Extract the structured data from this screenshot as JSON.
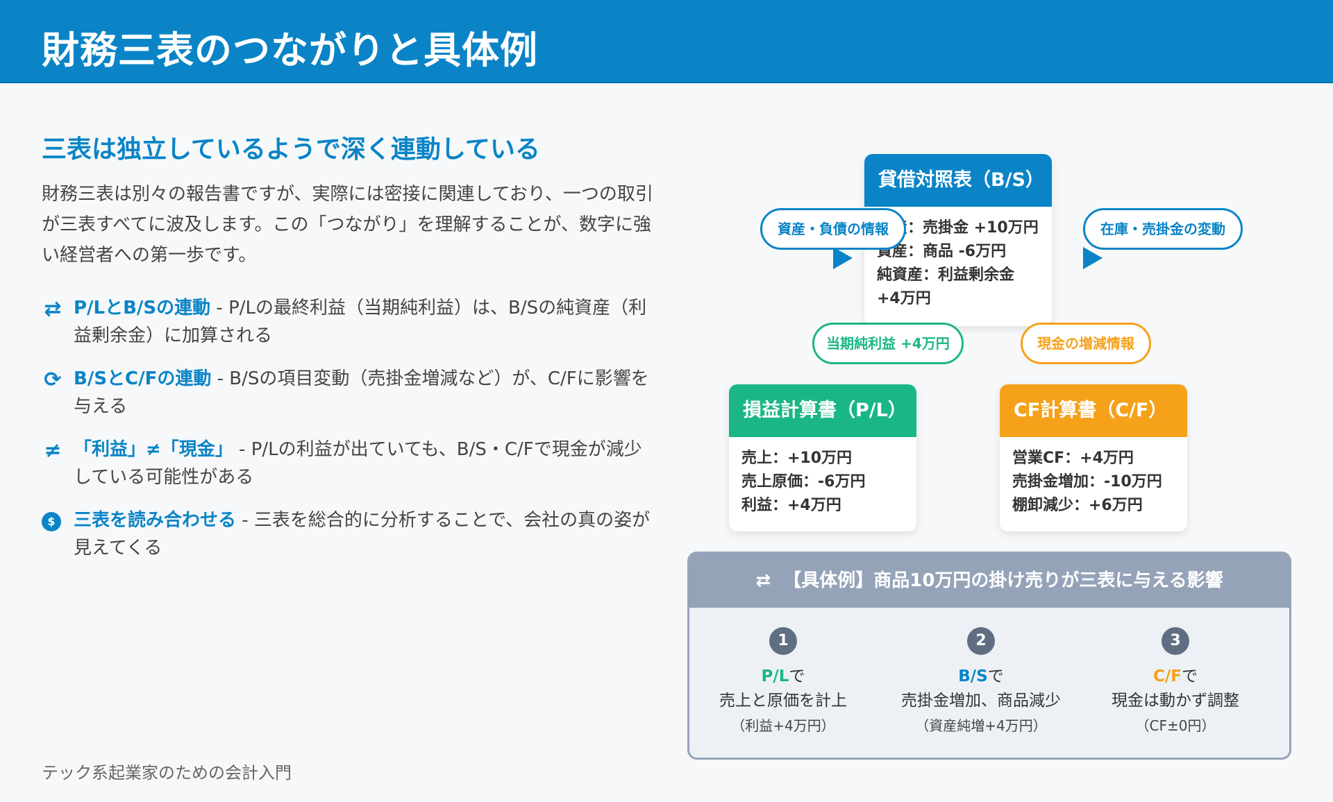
{
  "header": {
    "title": "財務三表のつながりと具体例"
  },
  "left": {
    "subtitle": "三表は独立しているようで深く連動している",
    "intro": "財務三表は別々の報告書ですが、実際には密接に関連しており、一つの取引が三表すべてに波及します。この「つながり」を理解することが、数字に強い経営者への第一歩です。",
    "points": [
      {
        "icon": "exchange-icon",
        "head": "P/LとB/Sの連動",
        "text": " - P/Lの最終利益（当期純利益）は、B/Sの純資産（利益剰余金）に加算される"
      },
      {
        "icon": "sync-icon",
        "head": "B/SとC/Fの連動",
        "text": " - B/Sの項目変動（売掛金増減など）が、C/Fに影響を与える"
      },
      {
        "icon": "not-equal-icon",
        "head": "「利益」≠「現金」",
        "text": " - P/Lの利益が出ていても、B/S・C/Fで現金が減少している可能性がある"
      },
      {
        "icon": "search-dollar-icon",
        "head": "三表を読み合わせる",
        "text": " - 三表を総合的に分析することで、会社の真の姿が見えてくる"
      }
    ],
    "footer": "テック系起業家のための会計入門"
  },
  "diagram": {
    "bs": {
      "title": "貸借対照表（B/S）",
      "lines": [
        "資産：売掛金 +10万円",
        "資産：商品 -6万円",
        "純資産：利益剰余金",
        "+4万円"
      ]
    },
    "pl": {
      "title": "損益計算書（P/L）",
      "lines": [
        "売上：+10万円",
        "売上原価：-6万円",
        "利益：+4万円"
      ]
    },
    "cf": {
      "title": "CF計算書（C/F）",
      "lines": [
        "営業CF：+4万円",
        "売掛金増加：-10万円",
        "棚卸減少：+6万円"
      ]
    },
    "bubbles": {
      "assets": "資産・負債の情報",
      "inventory": "在庫・売掛金の変動",
      "net_income": "当期純利益 +4万円",
      "cash": "現金の増減情報"
    },
    "colors": {
      "bs": "#0a84c6",
      "pl": "#1bb686",
      "cf": "#f5a11a",
      "example": "#95a3b8"
    }
  },
  "example": {
    "title": "【具体例】商品10万円の掛け売りが三表に与える影響",
    "steps": [
      {
        "num": "1",
        "abbr": "P/L",
        "suffix": "で",
        "desc": "売上と原価を計上",
        "note": "（利益+4万円）"
      },
      {
        "num": "2",
        "abbr": "B/S",
        "suffix": "で",
        "desc": "売掛金増加、商品減少",
        "note": "（資産純増+4万円）"
      },
      {
        "num": "3",
        "abbr": "C/F",
        "suffix": "で",
        "desc": "現金は動かず調整",
        "note": "（CF±0円）"
      }
    ]
  }
}
